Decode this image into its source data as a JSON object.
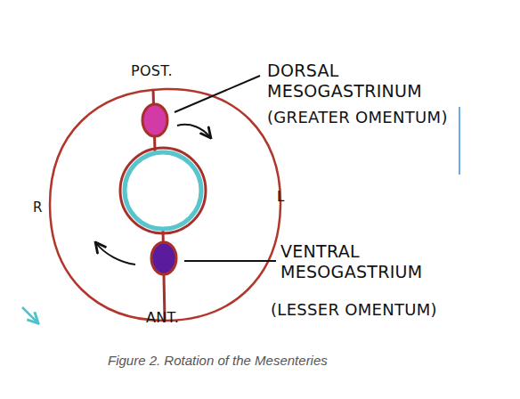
{
  "diagram": {
    "caption": "Figure 2. Rotation of the Mesenteries",
    "labels": [
      "POST.",
      "DORSAL MESOGASTRINUM",
      "(GREATER OMENTUM)",
      "R",
      "L",
      "VENTRAL MESOGASTRIUM",
      "(LESSER OMENTUM)",
      "ANT."
    ]
  }
}
